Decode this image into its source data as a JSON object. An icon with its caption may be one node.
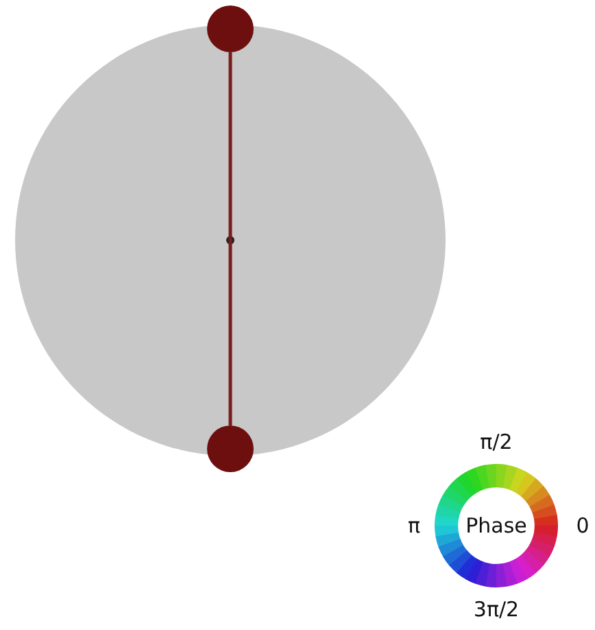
{
  "diagram": {
    "nodes": [
      {
        "text": [],
        "shape": "circle"
      },
      {
        "text": [],
        "shape": "circle"
      },
      {
        "text": [],
        "shape": "circle"
      },
      {
        "text": [],
        "shape": "circle",
        "in": 0
      },
      {
        "text": [
          "Phase"
        ],
        "beside": [
          "π/2",
          "π",
          "0",
          "3π/2"
        ]
      }
    ],
    "edges": [
      {
        "from": 1,
        "to": 2,
        "arrow": "none",
        "color": "#7a1c1c"
      }
    ]
  }
}
